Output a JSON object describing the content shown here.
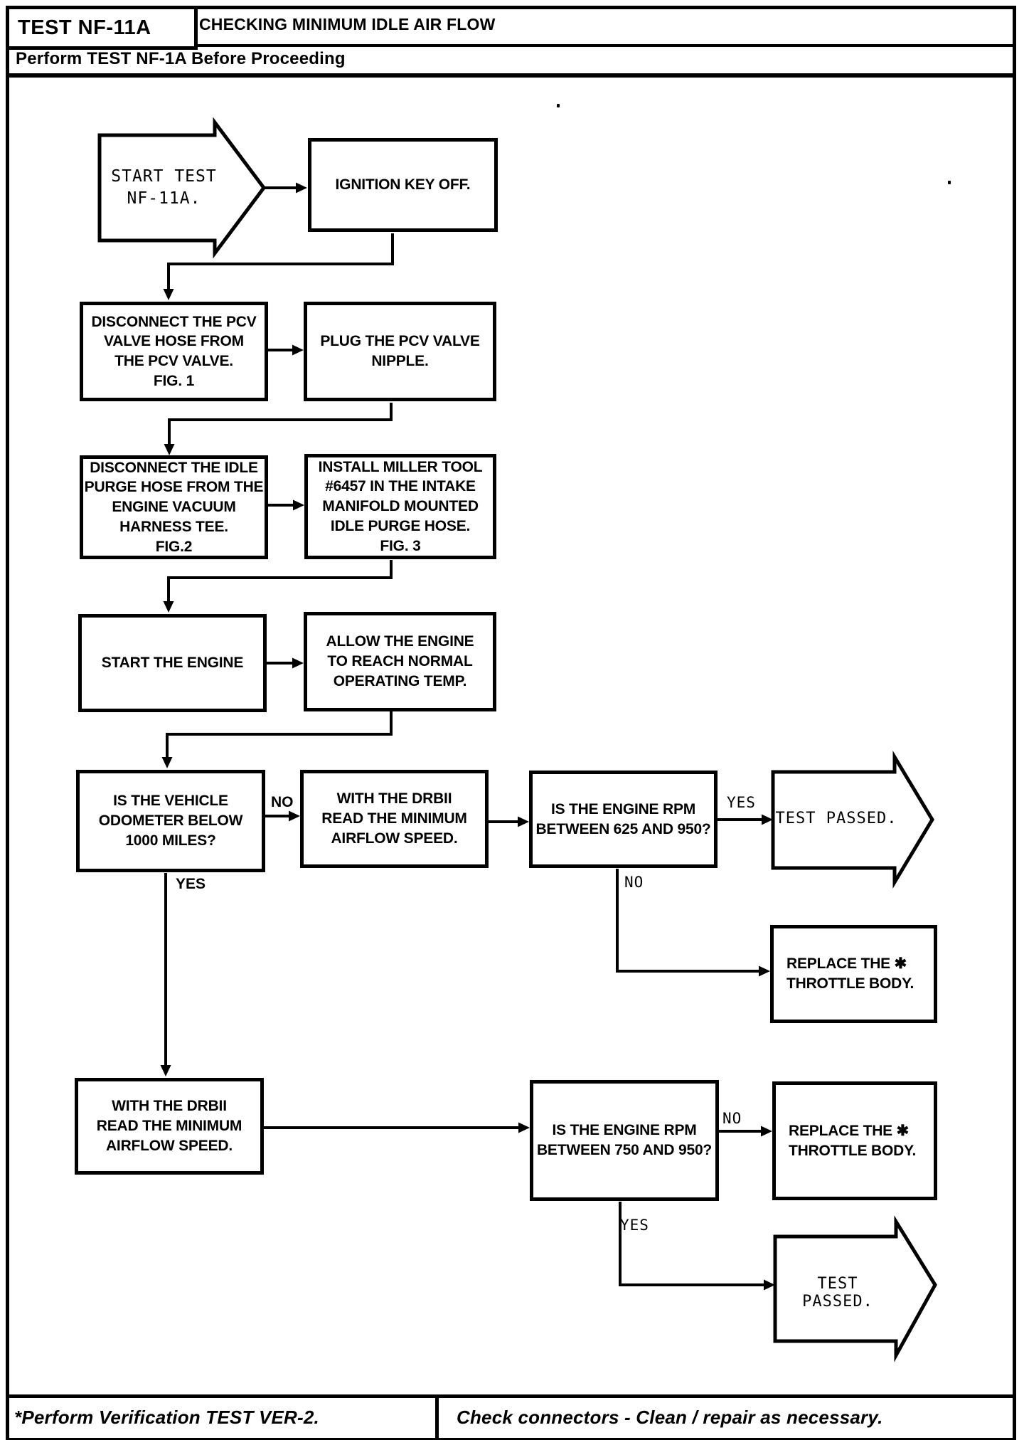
{
  "header": {
    "test_id": "TEST NF-11A",
    "title": "CHECKING MINIMUM IDLE AIR FLOW",
    "subtitle": "Perform TEST NF-1A Before Proceeding"
  },
  "footer": {
    "left": "*Perform Verification TEST VER-2.",
    "right": "Check connectors - Clean / repair as necessary."
  },
  "flowchart": {
    "start": "START TEST\nNF-11A.",
    "ignition_key_off": "IGNITION KEY OFF.",
    "disconnect_pcv": "DISCONNECT THE PCV\nVALVE HOSE FROM\nTHE PCV VALVE.\nFIG. 1",
    "plug_pcv": "PLUG THE PCV VALVE\nNIPPLE.",
    "disconnect_idle_purge": "DISCONNECT THE IDLE\nPURGE HOSE FROM THE\nENGINE VACUUM\nHARNESS TEE.\nFIG.2",
    "install_miller_tool": "INSTALL MILLER TOOL\n#6457 IN THE INTAKE\nMANIFOLD MOUNTED\nIDLE PURGE HOSE.\nFIG. 3",
    "start_engine": "START THE ENGINE",
    "allow_engine_temp": "ALLOW THE ENGINE\nTO REACH NORMAL\nOPERATING TEMP.",
    "odometer_question": "IS THE VEHICLE\nODOMETER BELOW\n1000 MILES?",
    "read_airflow_1": "WITH THE DRBII\nREAD THE MINIMUM\nAIRFLOW SPEED.",
    "rpm_question_1": "IS THE ENGINE RPM\nBETWEEN 625  AND 950?",
    "test_passed_1": "TEST PASSED.",
    "replace_throttle_1": "REPLACE THE ✱\nTHROTTLE BODY.",
    "read_airflow_2": "WITH THE DRBII\nREAD THE MINIMUM\nAIRFLOW SPEED.",
    "rpm_question_2": "IS THE ENGINE RPM\nBETWEEN 750  AND 950?",
    "test_passed_2": "TEST PASSED.",
    "replace_throttle_2": "REPLACE THE ✱\nTHROTTLE BODY.",
    "labels": {
      "no_odometer": "NO",
      "yes_odometer": "YES",
      "yes_rpm1": "YES",
      "no_rpm1": "NO",
      "no_rpm2": "NO",
      "yes_rpm2": "YES"
    }
  }
}
